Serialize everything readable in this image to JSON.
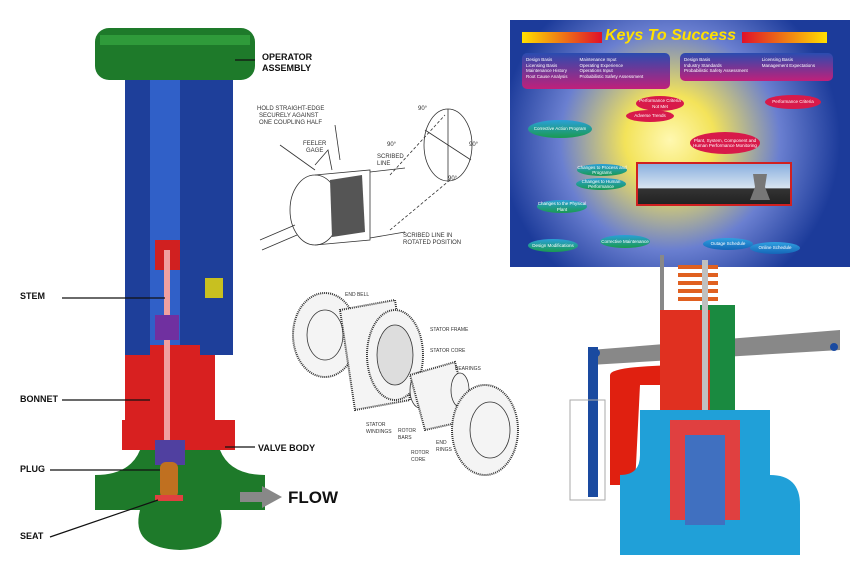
{
  "valve_labels": {
    "operator": "OPERATOR",
    "assembly": "ASSEMBLY",
    "stem": "STEM",
    "bonnet": "BONNET",
    "valve_body": "VALVE BODY",
    "plug": "PLUG",
    "seat": "SEAT",
    "flow": "FLOW"
  },
  "coupling_labels": {
    "hold1": "HOLD STRAIGHT-EDGE",
    "hold2": "SECURELY AGAINST",
    "hold3": "ONE COUPLING HALF",
    "feeler1": "FEELER",
    "feeler2": "GAGE",
    "scribed1": "SCRIBED",
    "scribed2": "LINE",
    "rot1": "SCRIBED LINE IN",
    "rot2": "ROTATED POSITION",
    "deg": "90°"
  },
  "motor_labels": {
    "end_bell": "END BELL",
    "stator_frame": "STATOR FRAME",
    "stator_core": "STATOR CORE",
    "bearings": "BEARINGS",
    "stator_windings": "STATOR WINDINGS",
    "rotor_bars": "ROTOR BARS",
    "end_rings": "END RINGS",
    "rotor_core": "ROTOR CORE"
  },
  "keys": {
    "title": "Keys To Success",
    "box1_col1": [
      "Design Basis",
      "Licensing Basis",
      "Maintenance History",
      "Root Cause Analysis"
    ],
    "box1_col2": [
      "Maintenance Input",
      "Operating Experience",
      "Operations Input",
      "Probabilistic Safety Assessment"
    ],
    "box2_col1": [
      "Design Basis",
      "Industry Standards",
      "Probabilistic Safety Assessment"
    ],
    "box2_col2": [
      "Licensing Basis",
      "Management Expectations"
    ],
    "perf_not_met": "Performance Criteria Not Met",
    "adverse": "Adverse Trends",
    "perf_criteria": "Performance Criteria",
    "corrective": "Corrective Action Program",
    "plant_monitoring": "Plant, System, Component and Human Performance Monitoring",
    "process": "Changes to Process and Programs",
    "human": "Changes to Human Performance",
    "physical": "Changes to the Physical Plant",
    "design_mod": "Design Modifications",
    "corr_maint": "Corrective Maintenance",
    "outage": "Outage Schedule",
    "online": "Online Schedule"
  }
}
